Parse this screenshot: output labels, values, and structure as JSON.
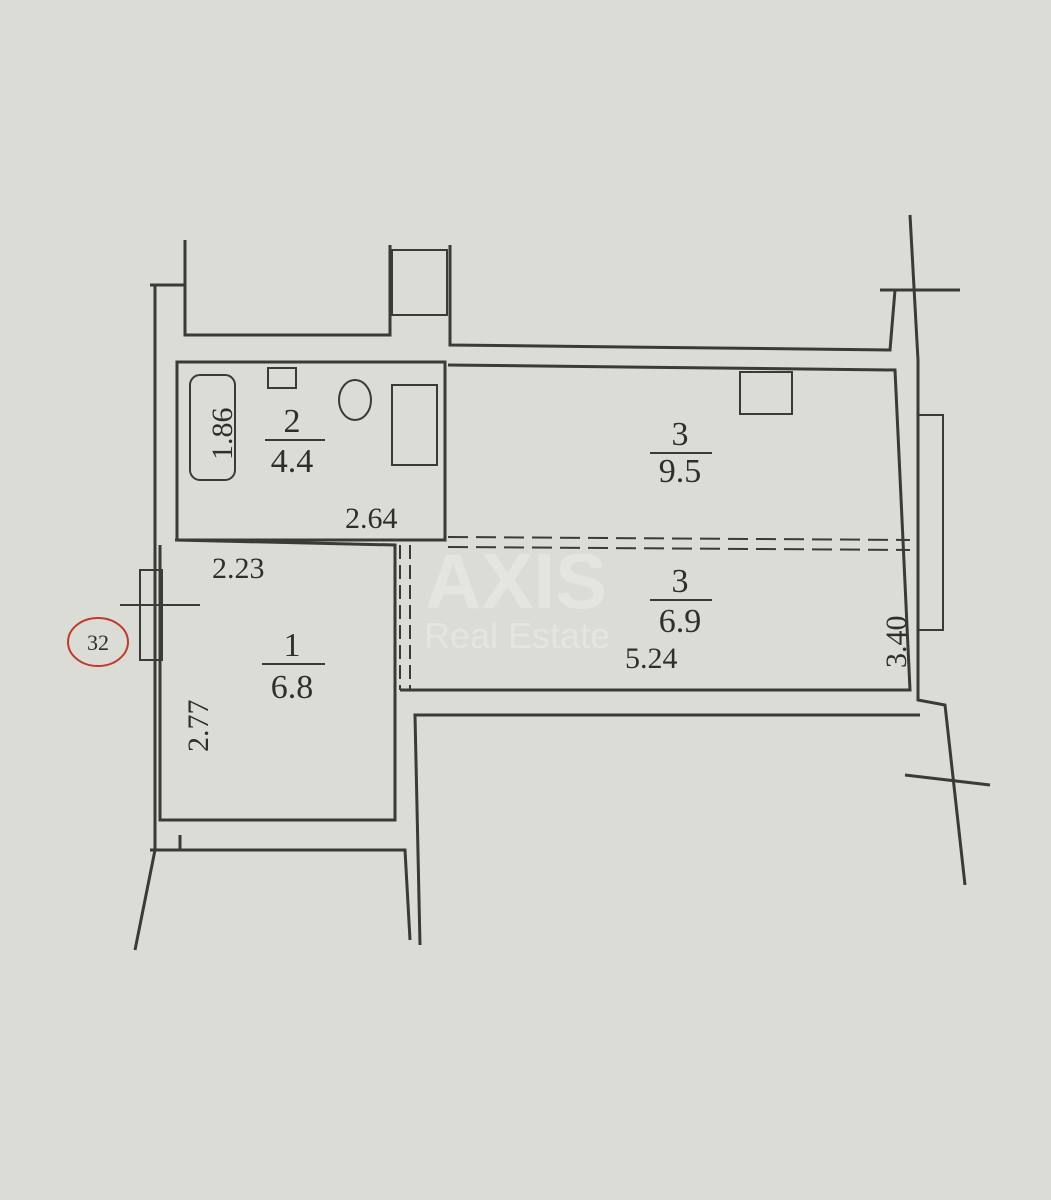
{
  "plan": {
    "apartment_number": "32",
    "rooms": [
      {
        "number": "1",
        "area": "6.8",
        "dims": [
          "2.23",
          "2.77"
        ]
      },
      {
        "number": "2",
        "area": "4.4",
        "dims": [
          "1.86",
          "2.64"
        ]
      },
      {
        "number": "3",
        "area": "9.5"
      },
      {
        "number": "3",
        "area": "6.9",
        "dims": [
          "5.24",
          "3.40"
        ]
      }
    ]
  },
  "watermark": {
    "brand": "AXIS",
    "tagline": "Real Estate"
  },
  "colors": {
    "paper": "#dcdcd6",
    "ink": "#3a3a36",
    "marker": "#c0392b"
  }
}
